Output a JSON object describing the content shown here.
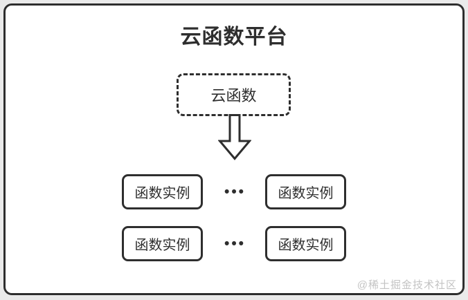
{
  "diagram": {
    "title": "云函数平台",
    "cloud_function": {
      "label": "云函数"
    },
    "instance_rows": [
      {
        "left": "函数实例",
        "dots": "•••",
        "right": "函数实例"
      },
      {
        "left": "函数实例",
        "dots": "•••",
        "right": "函数实例"
      }
    ],
    "watermark": "@稀土掘金技术社区"
  },
  "icons": {
    "down_arrow": "⇩ hollow block arrow pointing down"
  },
  "colors": {
    "stroke": "#2e2e2e",
    "background": "#eaeaea",
    "canvas": "#ffffff",
    "text": "#2e2e2e",
    "watermark": "#c3c3c3"
  }
}
